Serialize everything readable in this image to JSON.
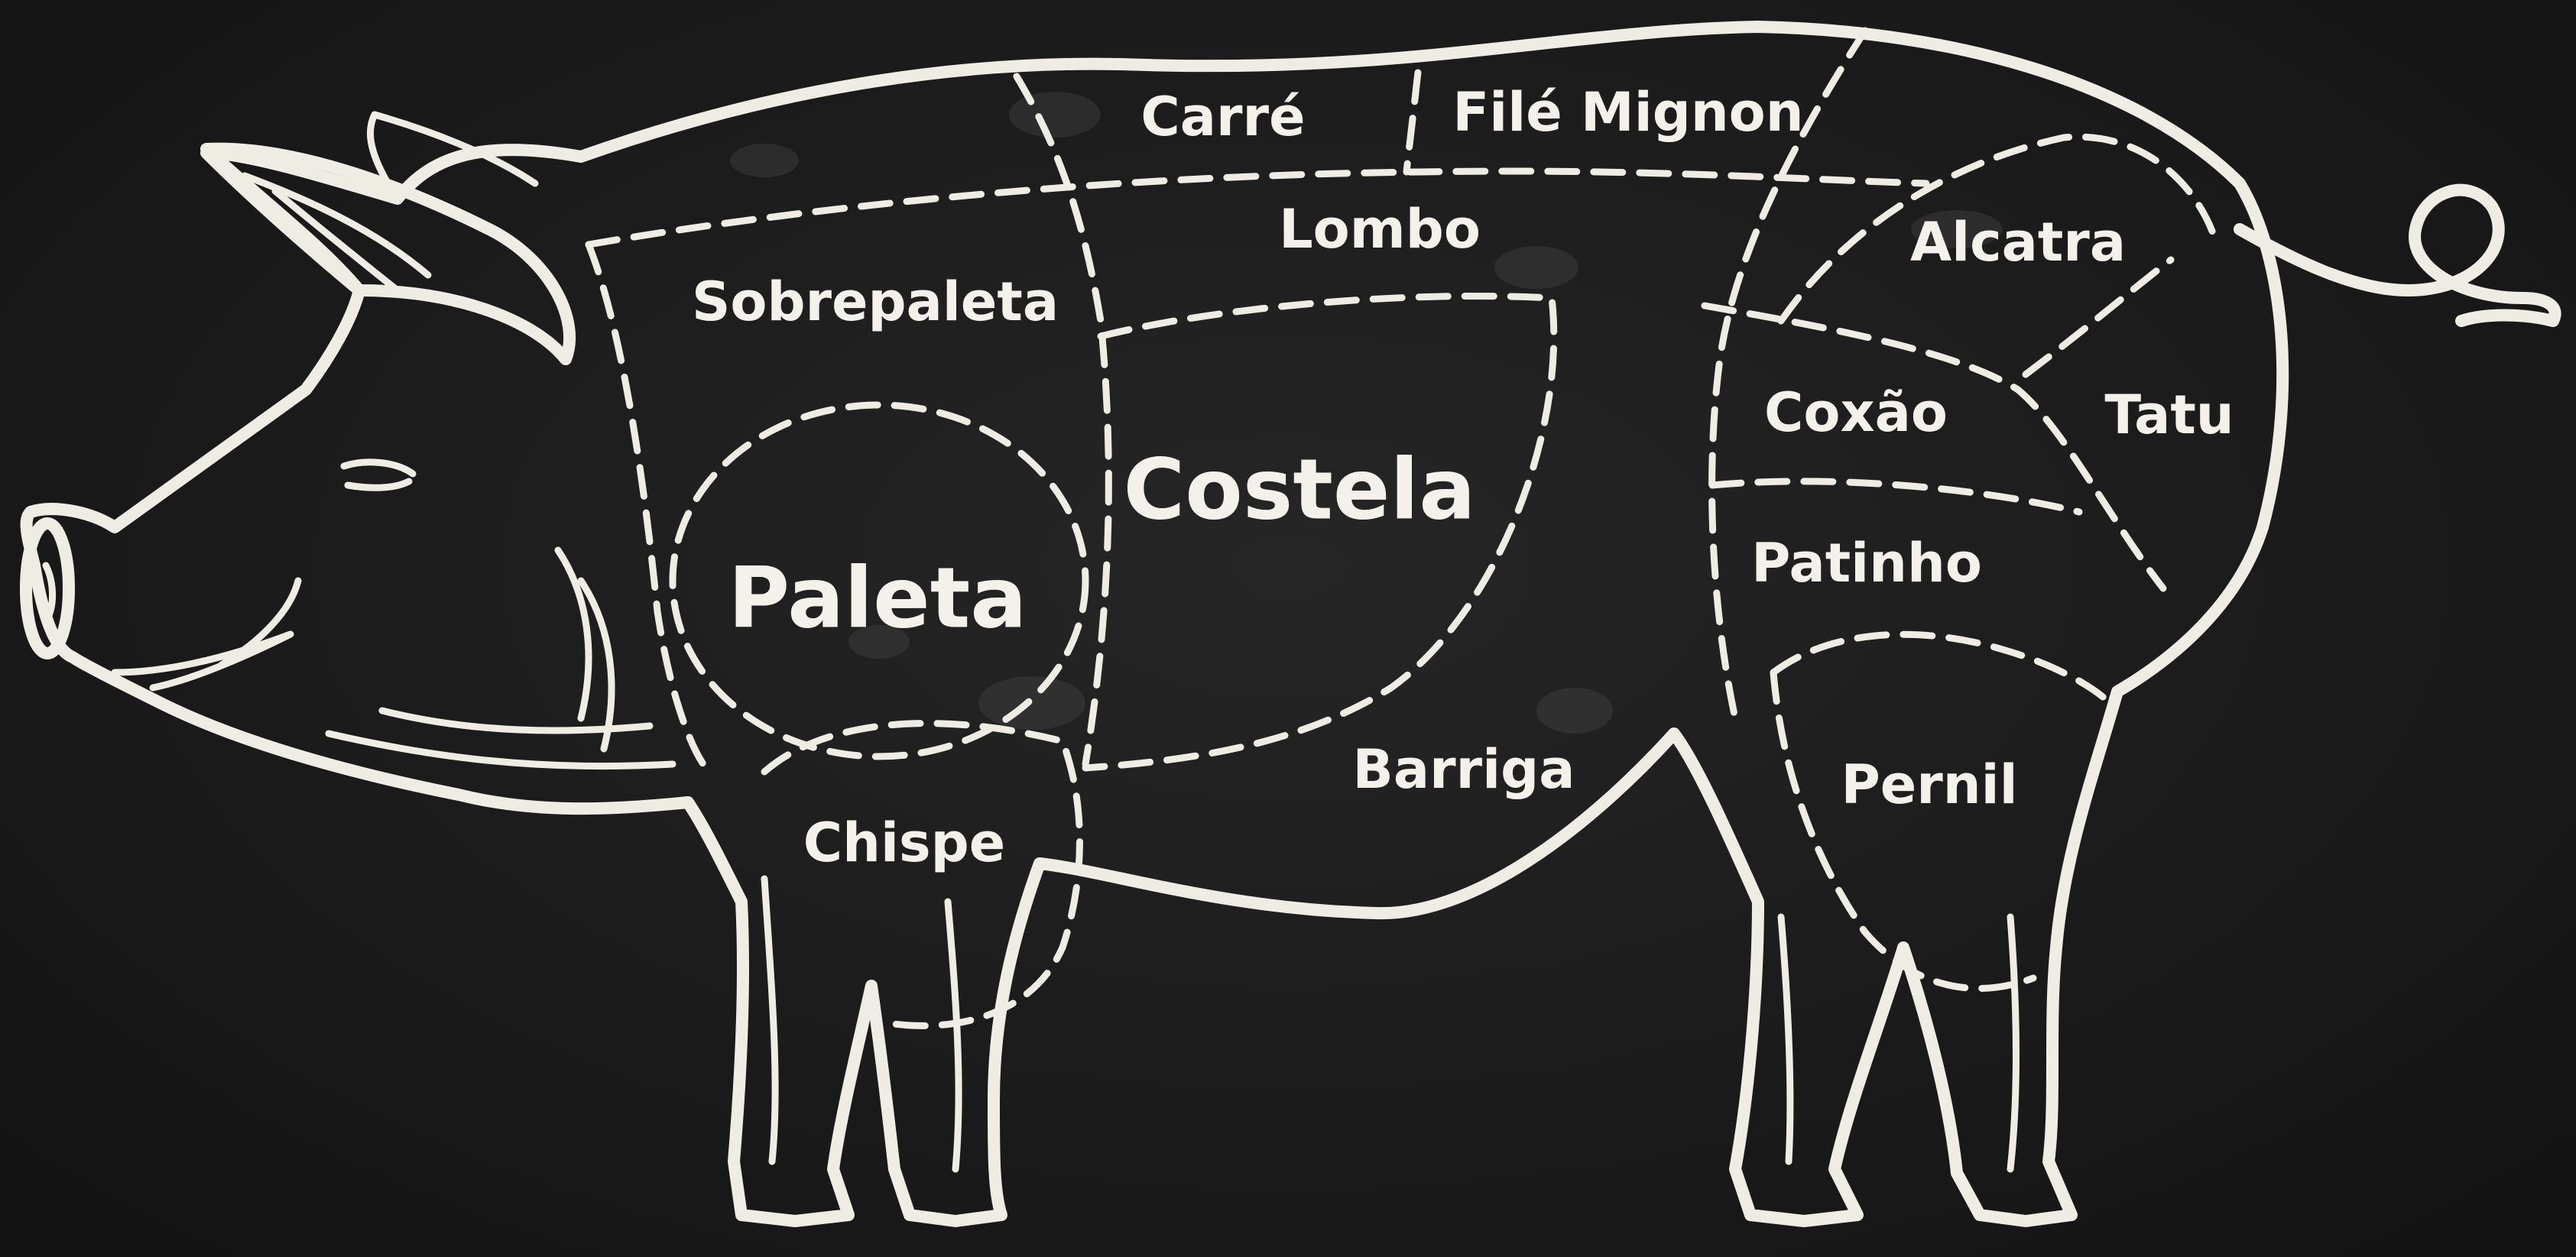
{
  "cuts": {
    "carre": "Carré",
    "file_mignon": "Filé Mignon",
    "lombo": "Lombo",
    "sobrepaleta": "Sobrepaleta",
    "alcatra": "Alcatra",
    "coxao": "Coxão",
    "tatu": "Tatu",
    "costela": "Costela",
    "paleta": "Paleta",
    "patinho": "Patinho",
    "barriga": "Barriga",
    "pernil": "Pernil",
    "chispe": "Chispe"
  },
  "colors": {
    "background": "#161616",
    "chalk": "#efece4"
  }
}
